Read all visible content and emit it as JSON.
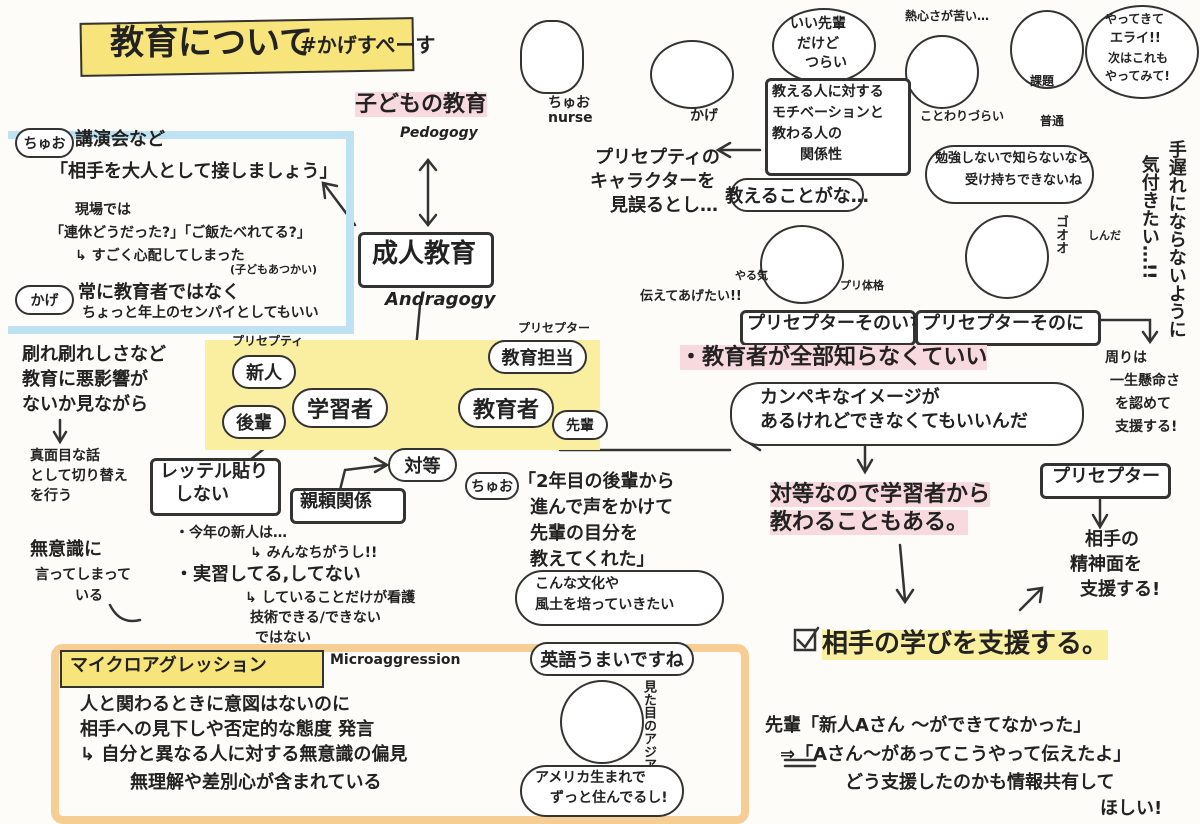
{
  "header": {
    "title": "教育について",
    "tag": "#かげすぺーす"
  },
  "characters": {
    "chuo": "ちゅお",
    "chuo_role": "nurse",
    "kage": "かげ"
  },
  "center": {
    "child_ed": "子どもの教育",
    "child_ed_en": "Pedogogy",
    "adult_ed": "成人教育",
    "adult_ed_en": "Andragogy"
  },
  "left_panel": {
    "chuo_label": "ちゅお",
    "lines": [
      "講演会など",
      "「相手を大人として接しましょう」",
      "現場では",
      "「連休どうだった?」「ご飯たべれてる?」",
      "↳ すごく心配してしまった",
      "(子どもあつかい)"
    ],
    "kage_label": "かげ",
    "kage_lines": [
      "常に教育者ではなく",
      "ちょっと年上のセンパイとしてもいい"
    ]
  },
  "left_col": {
    "a": [
      "刷れ刷れしさなど",
      "教育に悪影響が",
      "ないか見ながら"
    ],
    "b": [
      "真面目な話",
      "として切り替え",
      "を行う"
    ],
    "c": [
      "無意識に",
      "言ってしまって",
      "いる"
    ]
  },
  "learner": {
    "preceptee": "プリセプティ",
    "new": "新人",
    "junior": "後輩",
    "learner": "学習者",
    "preceptor": "プリセプター",
    "edu_role": "教育担当",
    "educator": "教育者",
    "senior": "先輩",
    "equal": "対等"
  },
  "label_box": {
    "line1": "レッテル貼り",
    "line2": "しない"
  },
  "trust": {
    "title": "親頼関係",
    "lines": [
      "・今年の新人は…",
      "↳ みんなちがうし!!",
      "・実習してる,してない",
      "↳ していることだけが看護",
      "技術できる/できない",
      "ではない"
    ]
  },
  "chuo_quote": {
    "label": "ちゅお",
    "lines": [
      "「2年目の後輩から",
      "進んで声をかけて",
      "先輩の目分を",
      "教えてくれた」"
    ],
    "bubble": [
      "こんな文化や",
      "風土を培っていきたい"
    ]
  },
  "micro": {
    "title": "マイクロアグレッション",
    "en": "Microaggression",
    "lines": [
      "人と関わるときに意図はないのに",
      "相手への見下しや否定的な態度 発言",
      "↳ 自分と異なる人に対する無意識の偏見",
      "無理解や差別心が含まれている"
    ],
    "bubble1": "英語うまいですね",
    "side": "見た目のアジア感",
    "bubble2": [
      "アメリカ生まれで",
      "ずっと住んでるし!"
    ]
  },
  "top_right": {
    "bubble1": [
      "いい先輩",
      "だけど",
      "つらい"
    ],
    "note1": "熱心さが苦い…",
    "note2": "ことわりづらい",
    "bubble2": [
      "やってきて",
      "エライ!!",
      "次はこれも",
      "やってみて!"
    ],
    "note3": "課題",
    "note4": "普通",
    "motivation": [
      "教える人に対する",
      "モチベーションと",
      "教わる人の",
      "関係性"
    ]
  },
  "preceptee_char": [
    "プリセプティの",
    "キャラクターを",
    "見誤るとし…"
  ],
  "preceptor1": {
    "bubble": "教えることがな…",
    "side1": "伝えてあげたい!!",
    "side2": "やる気",
    "side3": "プリ体格",
    "label": "プリセプターそのいち"
  },
  "preceptor2": {
    "bubble": [
      "勉強しないで知らないなら",
      "受け持ちできないね"
    ],
    "sfx": "ゴオオ",
    "side": "しんだ",
    "label": "プリセプターそのに"
  },
  "right_vertical": [
    "手遅れにならないように",
    "気付きたい…!!"
  ],
  "around": [
    "周りは",
    "一生懸命さ",
    "を認めて",
    "支援する!"
  ],
  "no_all": "・教育者が全部知らなくていい",
  "perfect": [
    "カンペキなイメージが",
    "あるけれどできなくてもいいんだ"
  ],
  "equal_learn": [
    "対等なので学習者から",
    "教わることもある。"
  ],
  "preceptor_box": "プリセプター",
  "mental": [
    "相手の",
    "精神面を",
    "支援する!"
  ],
  "support": "相手の学びを支援する。",
  "bottom_right": [
    "先輩「新人Aさん ～ができてなかった」",
    "⇒「Aさん～があってこうやって伝えたよ」",
    "どう支援したのかも情報共有して",
    "ほしい!"
  ]
}
